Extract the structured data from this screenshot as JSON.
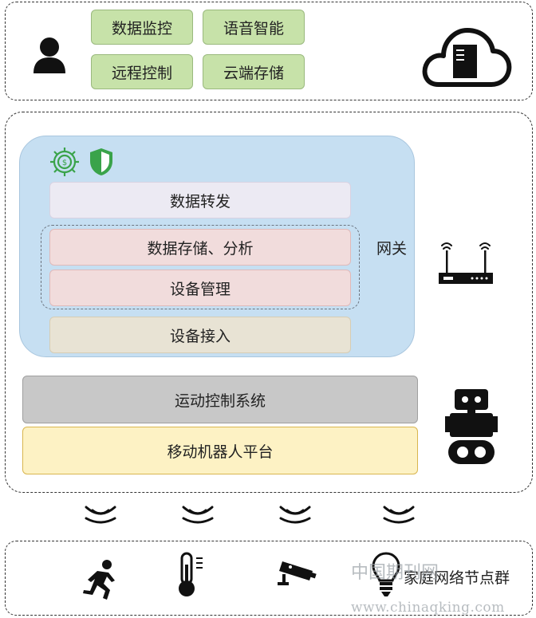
{
  "top": {
    "buttons": [
      {
        "label": "数据监控"
      },
      {
        "label": "语音智能"
      },
      {
        "label": "远程控制"
      },
      {
        "label": "云端存储"
      }
    ],
    "icons": [
      "user-icon",
      "cloud-server-icon"
    ]
  },
  "gateway": {
    "icons": [
      "gear-dollar-icon",
      "shield-icon"
    ],
    "layers": [
      {
        "label": "数据转发"
      },
      {
        "label": "数据存储、分析"
      },
      {
        "label": "设备管理"
      },
      {
        "label": "设备接入"
      }
    ],
    "label": "网关",
    "side_icon": "router-icon"
  },
  "robot": {
    "motion_label": "运动控制系统",
    "platform_label": "移动机器人平台",
    "icon": "robot-icon"
  },
  "signals": {
    "count": 4,
    "icon": "wireless-signal-icon"
  },
  "bottom": {
    "icons": [
      "running-person-icon",
      "thermometer-icon",
      "security-camera-icon",
      "light-bulb-icon"
    ],
    "label": "家庭网络节点群"
  },
  "watermark": {
    "text_cn": "中国期刊网",
    "text_url": "www.chinaqking.com"
  },
  "colors": {
    "green_button": "#c7e2a9",
    "gateway_panel": "#c6dff2",
    "pink_layer": "#f1dcdc",
    "lavender_layer": "#eceaf3",
    "beige_layer": "#e8e3d4",
    "gray_bar": "#c8c8c8",
    "yellow_bar": "#fdf2c4",
    "shield_green": "#3aa34a"
  }
}
